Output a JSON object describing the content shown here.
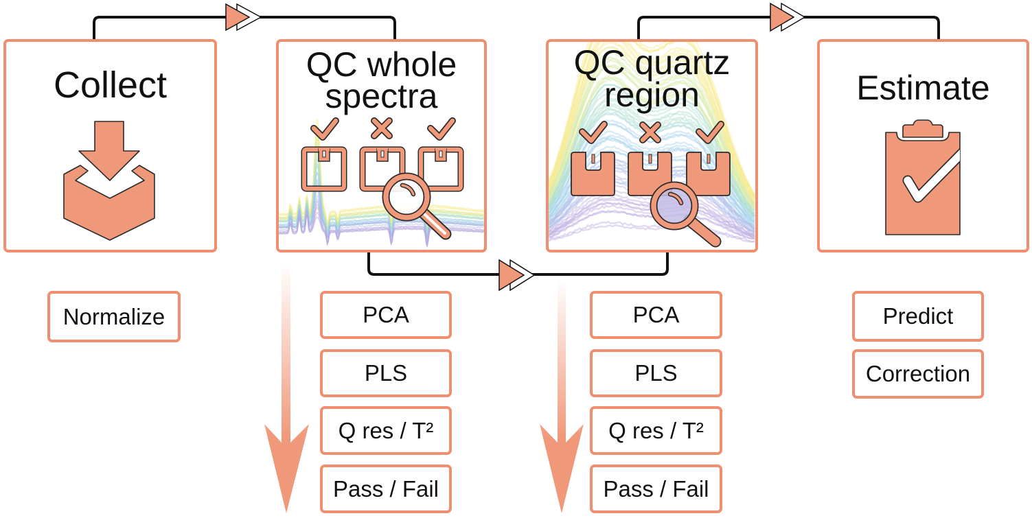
{
  "diagram": {
    "stages": [
      {
        "id": "collect",
        "title_lines": [
          "Collect"
        ],
        "icon": "download-to-box-icon",
        "steps": [
          "Normalize"
        ]
      },
      {
        "id": "qc-whole-spectra",
        "title_lines": [
          "QC whole",
          "spectra"
        ],
        "icon": "package-inspection-icon",
        "background": "whole-spectra-plot",
        "qc_marks": [
          "pass",
          "fail",
          "pass"
        ],
        "steps": [
          "PCA",
          "PLS",
          "Q res / T²",
          "Pass / Fail"
        ]
      },
      {
        "id": "qc-quartz-region",
        "title_lines": [
          "QC quartz",
          "region"
        ],
        "icon": "package-inspection-icon",
        "background": "quartz-region-spectra-plot",
        "qc_marks": [
          "pass",
          "fail",
          "pass"
        ],
        "steps": [
          "PCA",
          "PLS",
          "Q res / T²",
          "Pass / Fail"
        ]
      },
      {
        "id": "estimate",
        "title_lines": [
          "Estimate"
        ],
        "icon": "clipboard-check-icon",
        "steps": [
          "Predict",
          "Correction"
        ]
      }
    ],
    "connectors": [
      {
        "from": "collect",
        "to": "qc-whole-spectra",
        "route": "over-top"
      },
      {
        "from": "qc-whole-spectra",
        "to": "qc-quartz-region",
        "route": "under-bottom"
      },
      {
        "from": "qc-quartz-region",
        "to": "estimate",
        "route": "over-top"
      }
    ],
    "sequence_arrows": [
      {
        "stage": "qc-whole-spectra",
        "direction": "down"
      },
      {
        "stage": "qc-quartz-region",
        "direction": "down"
      }
    ],
    "colors": {
      "accent_fill": "#f0987a",
      "box_border": "#f08f70",
      "connector_line": "#111111",
      "icon_outline": "#2b2b2b"
    }
  }
}
